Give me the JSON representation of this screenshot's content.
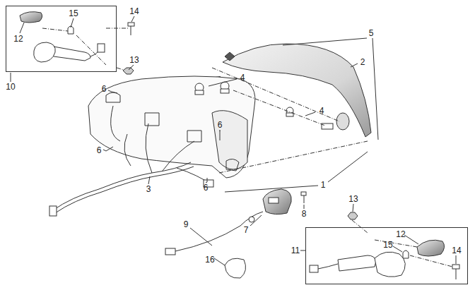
{
  "diagram": {
    "nodes": [
      {
        "text": [
          "15",
          "12"
        ]
      },
      {
        "text": [
          "12",
          "15",
          "14"
        ]
      }
    ],
    "labels": [
      "14",
      "13",
      "10",
      "5",
      "2",
      "4",
      "6",
      "4",
      "6",
      "6",
      "6",
      "1",
      "3",
      "9",
      "7",
      "8",
      "16",
      "13",
      "11"
    ]
  }
}
